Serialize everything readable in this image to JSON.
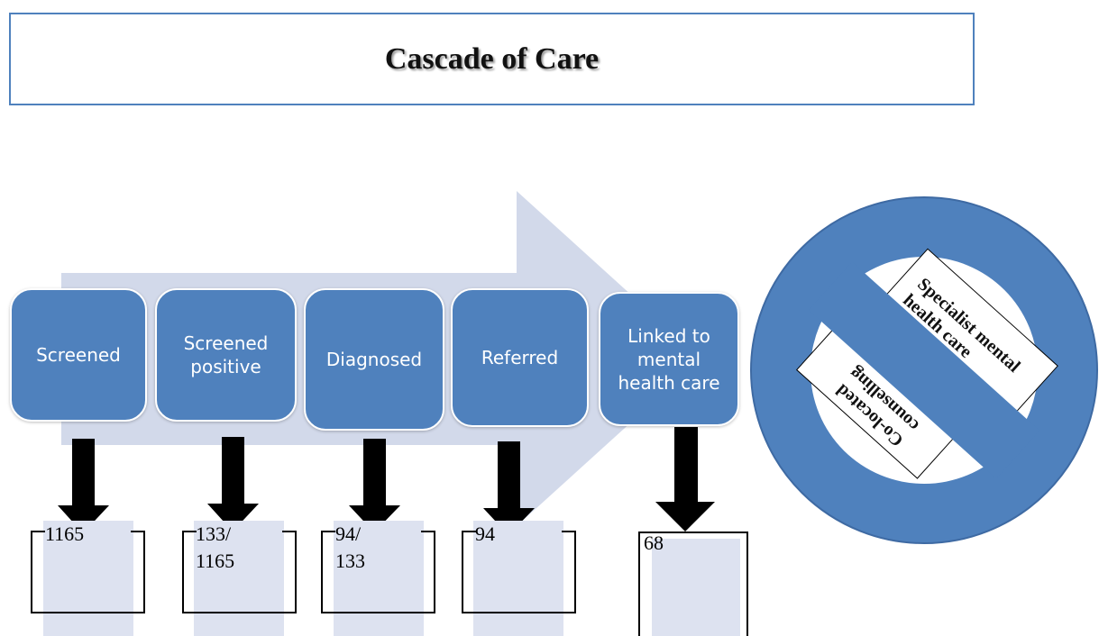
{
  "title": "Cascade of Care",
  "stages": [
    {
      "label": "Screened",
      "count": "1165"
    },
    {
      "label": "Screened\npositive",
      "count": "133/\n1165"
    },
    {
      "label": "Diagnosed",
      "count": "94/\n133"
    },
    {
      "label": "Referred",
      "count": "94"
    },
    {
      "label": "Linked to\nmental\nhealth care",
      "count": "68"
    }
  ],
  "circle_labels": {
    "specialist": "Specialist mental\nhealth care",
    "colocated": "Co-located\ncounselling"
  },
  "colors": {
    "stage_fill": "#4f81bd",
    "big_arrow": "#d2d9ea",
    "count_fill": "#dde2f0",
    "title_border": "#4f81bd"
  }
}
